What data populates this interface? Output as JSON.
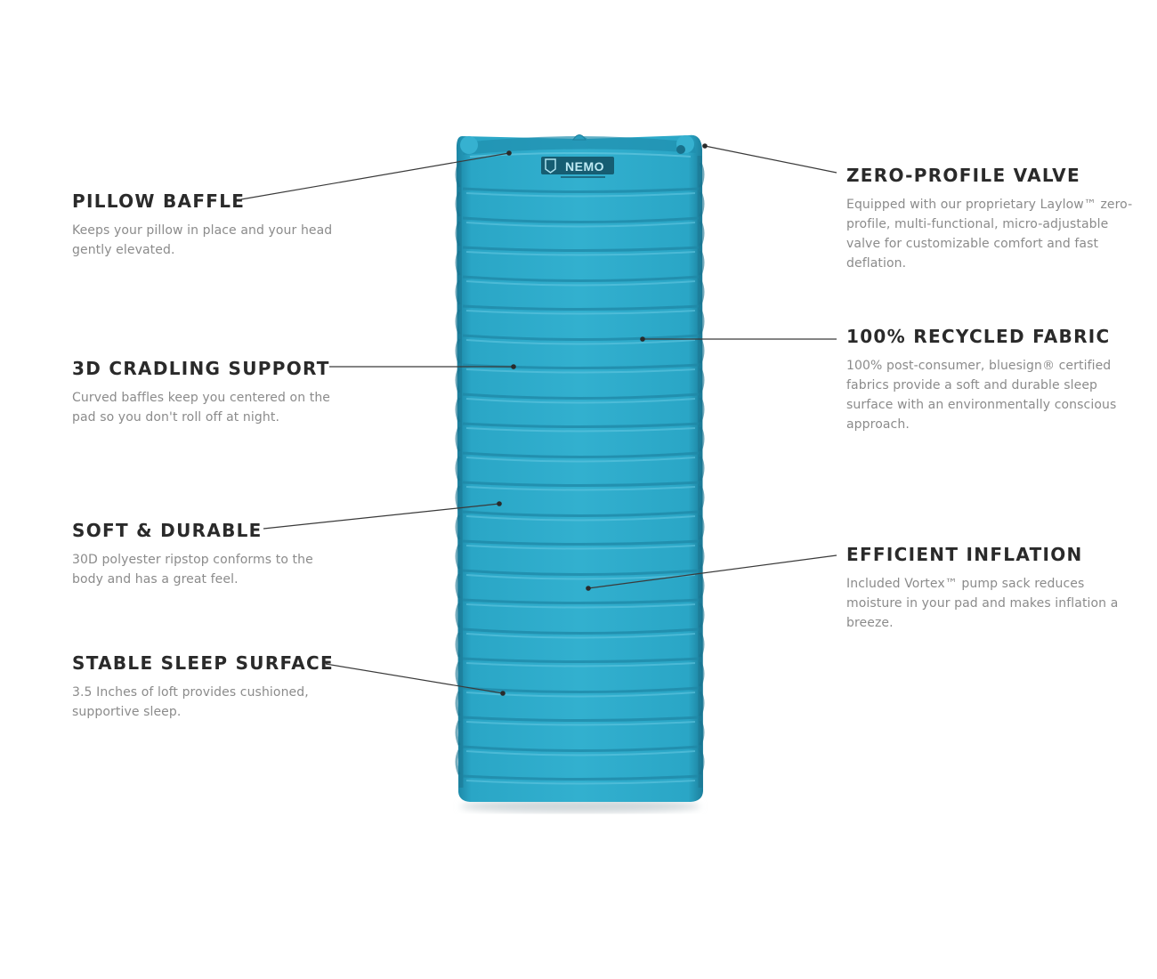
{
  "logo": {
    "brand": "NEMO"
  },
  "colors": {
    "pad_main": "#2aa6c6",
    "pad_dark": "#1c7f9c",
    "pad_light": "#5fc6df",
    "leader_line": "#3a3a3a",
    "title_text": "#2a2a2a",
    "body_text": "#8b8b8b"
  },
  "features": {
    "pillow_baffle": {
      "title": "PILLOW BAFFLE",
      "description": "Keeps your pillow in place and your head gently elevated."
    },
    "cradling_support": {
      "title": "3D CRADLING SUPPORT",
      "description": "Curved baffles keep you centered on the pad so you don't roll off at night."
    },
    "soft_durable": {
      "title": "SOFT & DURABLE",
      "description": "30D polyester ripstop conforms to the body and has a great feel."
    },
    "stable_surface": {
      "title": "STABLE SLEEP SURFACE",
      "description": "3.5 Inches of loft provides cushioned, supportive sleep."
    },
    "zero_profile_valve": {
      "title": "ZERO-PROFILE VALVE",
      "description": "Equipped with our proprietary Laylow™ zero-profile, multi-functional, micro-adjustable valve for customizable comfort and fast deflation."
    },
    "recycled_fabric": {
      "title": "100% RECYCLED FABRIC",
      "description": "100% post-consumer, bluesign® certified fabrics provide a soft and durable sleep surface with an environmentally conscious approach."
    },
    "efficient_inflation": {
      "title": "EFFICIENT INFLATION",
      "description": "Included Vortex™ pump sack reduces moisture in your pad and makes inflation a breeze."
    }
  }
}
